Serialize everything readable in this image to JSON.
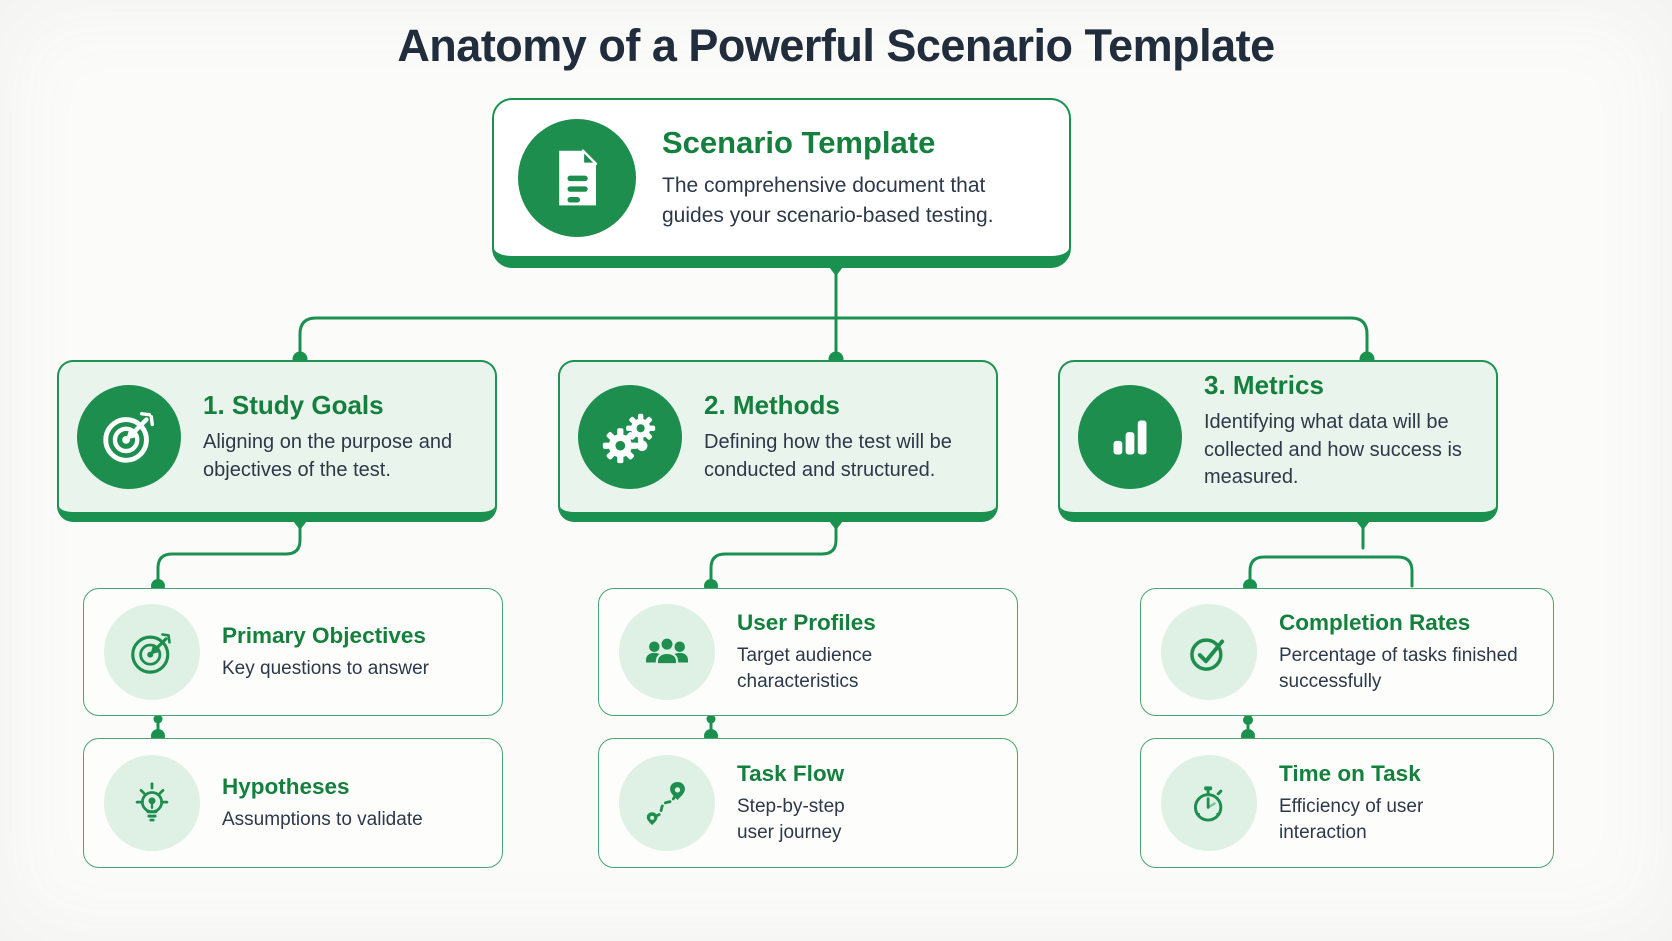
{
  "page": {
    "title": "Anatomy of a Powerful Scenario Template"
  },
  "root": {
    "icon": "document-icon",
    "title": "Scenario Template",
    "description": "The comprehensive document that guides your scenario-based testing."
  },
  "branches": [
    {
      "icon": "target-icon",
      "title": "1. Study Goals",
      "description": "Aligning on the purpose and objectives of the test.",
      "children": [
        {
          "icon": "target-outline-icon",
          "title": "Primary Objectives",
          "description": "Key questions to answer"
        },
        {
          "icon": "lightbulb-icon",
          "title": "Hypotheses",
          "description": "Assumptions to validate"
        }
      ]
    },
    {
      "icon": "gears-icon",
      "title": "2. Methods",
      "description": "Defining how the test will be conducted and structured.",
      "children": [
        {
          "icon": "users-icon",
          "title": "User Profiles",
          "description": "Target audience characteristics"
        },
        {
          "icon": "route-icon",
          "title": "Task Flow",
          "description": "Step-by-step user journey"
        }
      ]
    },
    {
      "icon": "bar-chart-icon",
      "title": "3. Metrics",
      "description": "Identifying what data will be collected and how success is measured.",
      "children": [
        {
          "icon": "check-circle-icon",
          "title": "Completion Rates",
          "description": "Percentage of tasks finished successfully"
        },
        {
          "icon": "stopwatch-icon",
          "title": "Time on Task",
          "description": "Efficiency of user interaction"
        }
      ]
    }
  ],
  "colors": {
    "brand_green": "#1b9150",
    "icon_green": "#1e8e4e",
    "title_green": "#15803d",
    "branch_bg": "#e9f4ec",
    "light_circle_bg": "#dff0e4",
    "dark_text": "#2d3848",
    "heading_navy": "#212d3d",
    "page_bg": "#fbfcfa"
  }
}
